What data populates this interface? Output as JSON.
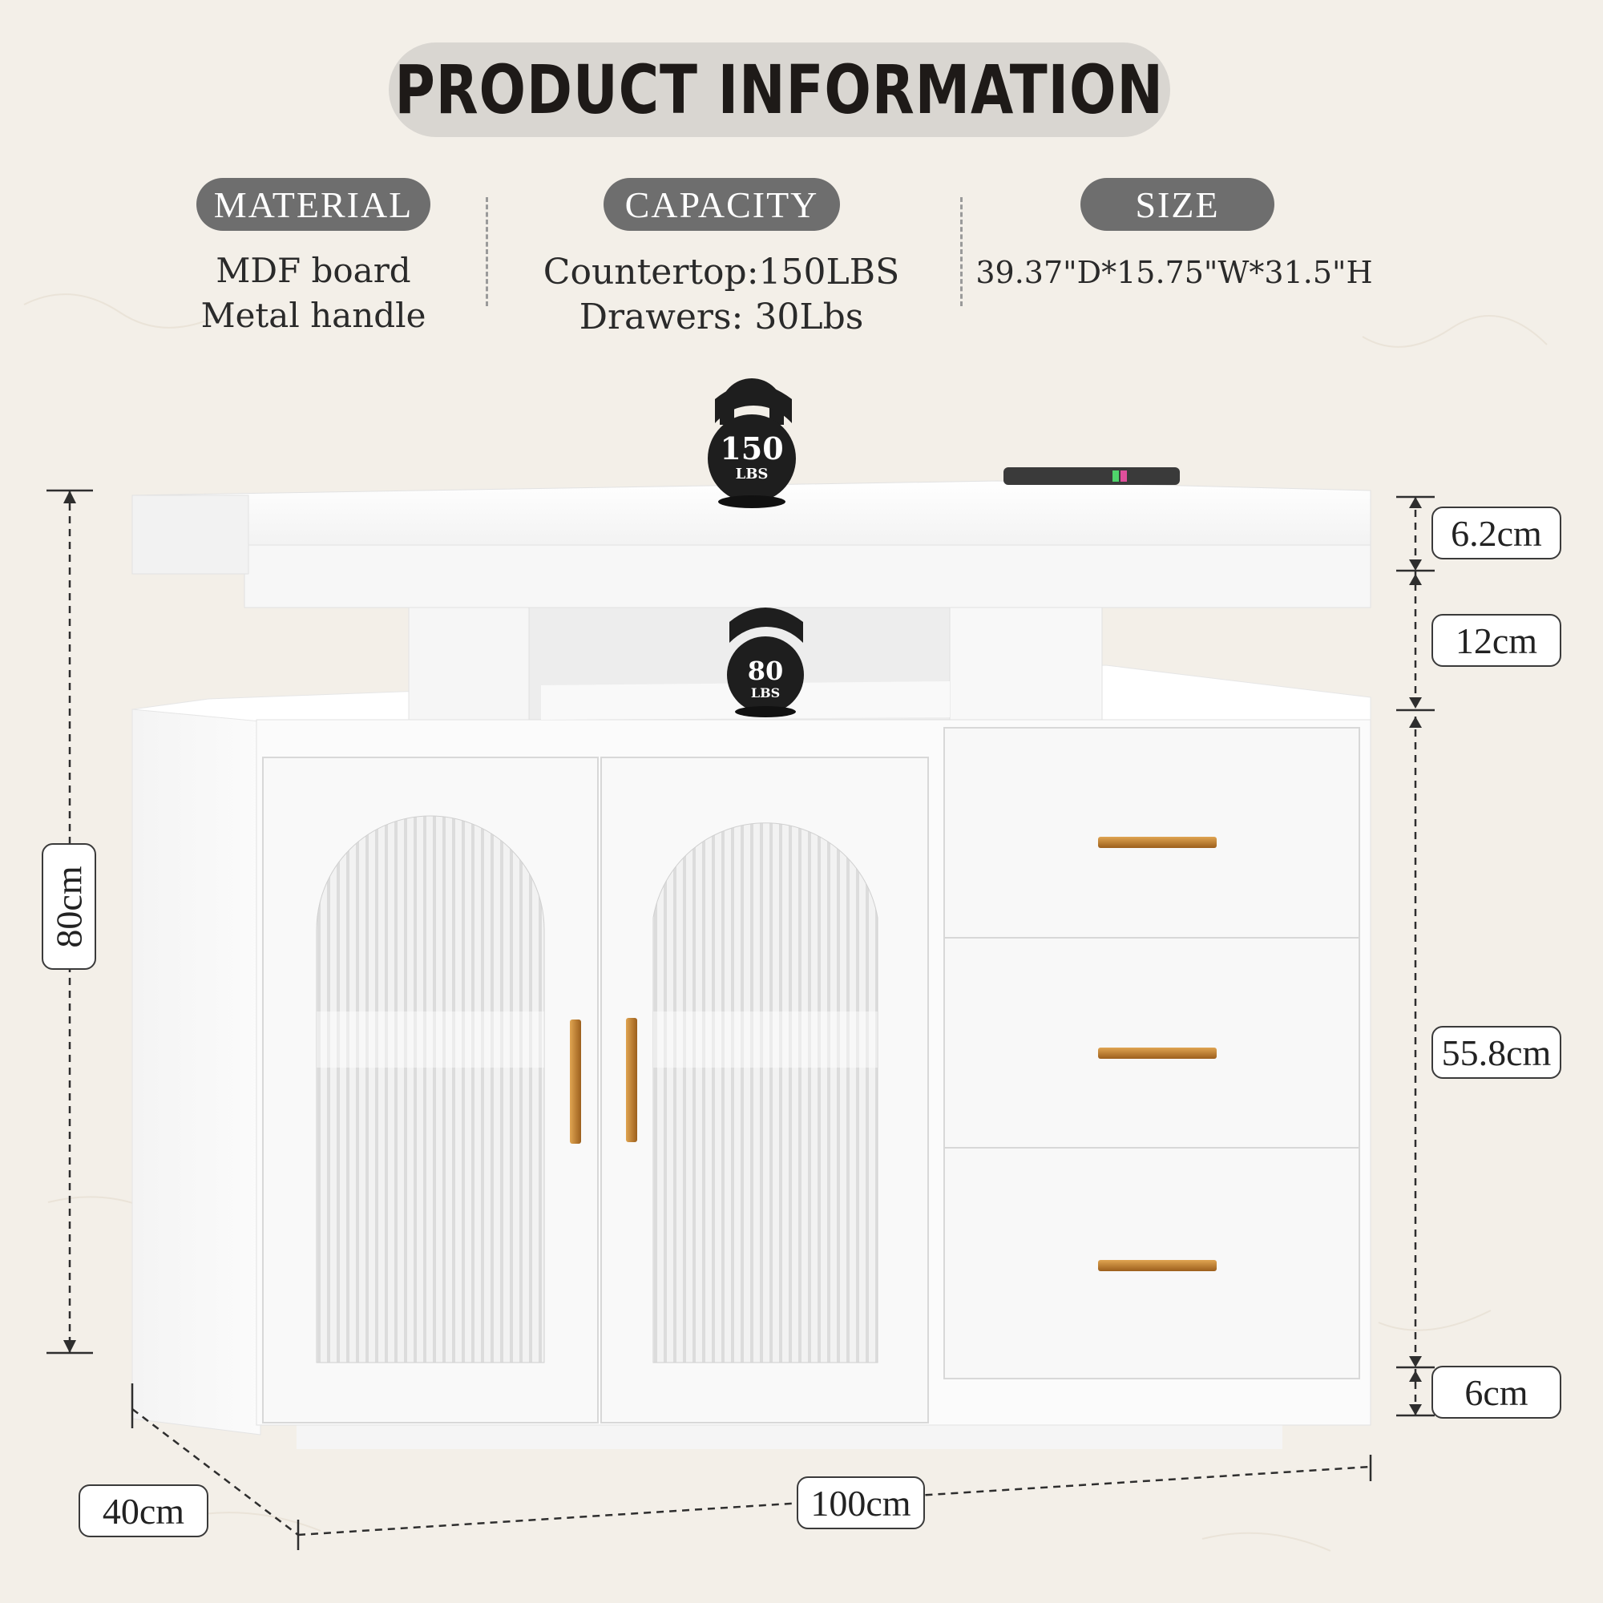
{
  "header": {
    "title": "PRODUCT   INFORMATION"
  },
  "specs": [
    {
      "tag": "MATERIAL",
      "lines": [
        "MDF board",
        "Metal handle"
      ]
    },
    {
      "tag": "CAPACITY",
      "lines": [
        "Countertop:150LBS",
        "Drawers: 30Lbs"
      ]
    },
    {
      "tag": "SIZE",
      "lines": [
        "39.37\"D*15.75\"W*31.5\"H"
      ]
    }
  ],
  "weights": {
    "top": {
      "value": "150",
      "unit": "LBS"
    },
    "shelf": {
      "value": "80",
      "unit": "LBS"
    }
  },
  "dimensions": {
    "height": "80cm",
    "top_thickness": "6.2cm",
    "shelf_gap": "12cm",
    "body_height": "55.8cm",
    "base_height": "6cm",
    "width": "100cm",
    "depth": "40cm"
  },
  "colors": {
    "handle": "#c8892f",
    "cabinet": "#ffffff",
    "tag": "#6e6e6e"
  }
}
